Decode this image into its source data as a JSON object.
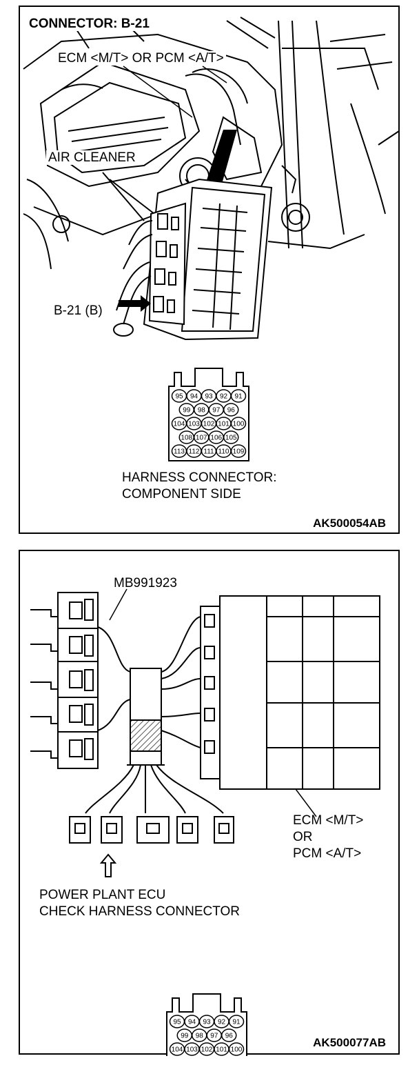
{
  "figure1": {
    "title": "CONNECTOR: B-21",
    "ecm_label": "ECM <M/T> OR PCM <A/T>",
    "air_cleaner_label": "AIR CLEANER",
    "connector_callout": "B-21 (B)",
    "caption_line1": "HARNESS CONNECTOR:",
    "caption_line2": "COMPONENT SIDE",
    "figure_code": "AK500054AB"
  },
  "figure2": {
    "tool_label": "MB991923",
    "ecm_line1": "ECM <M/T>",
    "ecm_line2": "OR",
    "ecm_line3": "PCM <A/T>",
    "check_line1": "POWER PLANT ECU",
    "check_line2": "CHECK HARNESS CONNECTOR",
    "figure_code": "AK500077AB"
  },
  "pin_rows": [
    [
      "95",
      "94",
      "93",
      "92",
      "91"
    ],
    [
      "99",
      "98",
      "97",
      "96"
    ],
    [
      "104",
      "103",
      "102",
      "101",
      "100"
    ],
    [
      "108",
      "107",
      "106",
      "105"
    ],
    [
      "113",
      "112",
      "111",
      "110",
      "109"
    ]
  ],
  "pin_colors": {
    "stroke": "#000000",
    "fill": "#ffffff",
    "hatch": "#555555"
  }
}
